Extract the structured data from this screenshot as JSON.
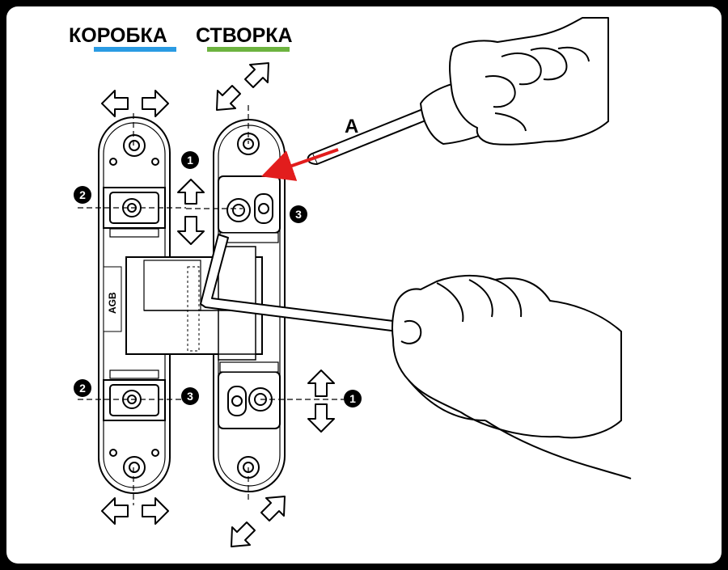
{
  "legend": {
    "frame_label": "КОРОБКА",
    "leaf_label": "СТВОРКА",
    "frame_color": "#2a9be3",
    "leaf_color": "#6db33f"
  },
  "callouts": {
    "a_label": "A",
    "arrow_color": "#e21d1d",
    "num_1": "1",
    "num_2": "2",
    "num_3": "3"
  },
  "hinge": {
    "logo_text": "AGB"
  }
}
